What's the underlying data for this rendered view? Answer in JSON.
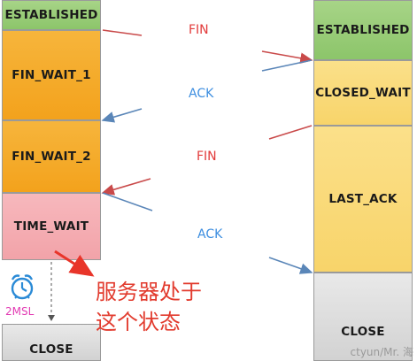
{
  "left_states": [
    {
      "label": "ESTABLISHED"
    },
    {
      "label": "FIN_WAIT_1"
    },
    {
      "label": "FIN_WAIT_2"
    },
    {
      "label": "TIME_WAIT"
    },
    {
      "label": "CLOSE"
    }
  ],
  "right_states": [
    {
      "label": "ESTABLISHED"
    },
    {
      "label": "CLOSED_WAIT"
    },
    {
      "label": "LAST_ACK"
    },
    {
      "label": "CLOSE"
    }
  ],
  "messages": [
    {
      "label": "FIN"
    },
    {
      "label": "ACK"
    },
    {
      "label": "FIN"
    },
    {
      "label": "ACK"
    }
  ],
  "timer": {
    "label": "2MSL",
    "icon": "alarm-clock-icon"
  },
  "note": {
    "line1": "服务器处于",
    "line2": "这个状态"
  },
  "watermark": "ctyun/Mr. 海",
  "colors": {
    "established": "#8cc56a",
    "fin_wait": "#f3a21c",
    "closed_wait": "#f8d46a",
    "time_wait": "#f2a3a9",
    "close": "#d2d2d2",
    "fin_text": "#e23b3b",
    "ack_text": "#3d8ee0"
  }
}
